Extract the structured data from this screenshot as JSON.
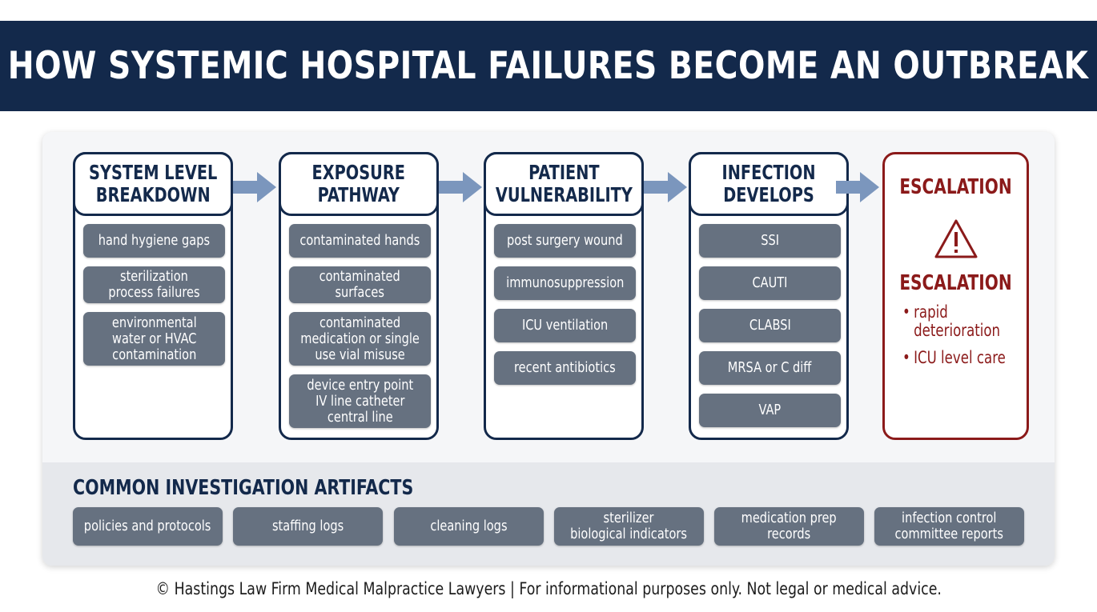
{
  "title": "HOW SYSTEMIC HOSPITAL FAILURES BECOME AN OUTBREAK",
  "colors": {
    "navy": "#13294b",
    "pill_gray": "#667180",
    "escalation_red": "#8b1a1a",
    "arrow_blue": "#7b96bd"
  },
  "stages": [
    {
      "title_lines": [
        "SYSTEM LEVEL",
        "BREAKDOWN"
      ],
      "items": [
        [
          "hand hygiene gaps"
        ],
        [
          "sterilization",
          "process failures"
        ],
        [
          "environmental",
          "water or HVAC",
          "contamination"
        ]
      ]
    },
    {
      "title_lines": [
        "EXPOSURE",
        "PATHWAY"
      ],
      "items": [
        [
          "contaminated hands"
        ],
        [
          "contaminated",
          "surfaces"
        ],
        [
          "contaminated",
          "medication or single",
          "use vial misuse"
        ],
        [
          "device entry point",
          "IV line catheter",
          "central line"
        ]
      ]
    },
    {
      "title_lines": [
        "PATIENT",
        "VULNERABILITY"
      ],
      "items": [
        [
          "post surgery wound"
        ],
        [
          "immunosuppression"
        ],
        [
          "ICU ventilation"
        ],
        [
          "recent antibiotics"
        ]
      ]
    },
    {
      "title_lines": [
        "INFECTION",
        "DEVELOPS"
      ],
      "items": [
        [
          "SSI"
        ],
        [
          "CAUTI"
        ],
        [
          "CLABSI"
        ],
        [
          "MRSA or C diff"
        ],
        [
          "VAP"
        ]
      ]
    }
  ],
  "escalation": {
    "title": "ESCALATION",
    "icon": "warning-triangle-icon",
    "subtitle": "ESCALATION",
    "bullet1_line1": "rapid",
    "bullet1_line2": "deterioration",
    "bullet2": "ICU level care",
    "bullet_char": "•"
  },
  "artifacts": {
    "title": "COMMON INVESTIGATION ARTIFACTS",
    "items": [
      [
        "policies and protocols"
      ],
      [
        "staffing logs"
      ],
      [
        "cleaning logs"
      ],
      [
        "sterilizer",
        "biological indicators"
      ],
      [
        "medication prep",
        "records"
      ],
      [
        "infection control",
        "committee reports"
      ]
    ]
  },
  "footer": "© Hastings Law Firm Medical Malpractice Lawyers | For informational purposes only. Not legal or medical advice."
}
